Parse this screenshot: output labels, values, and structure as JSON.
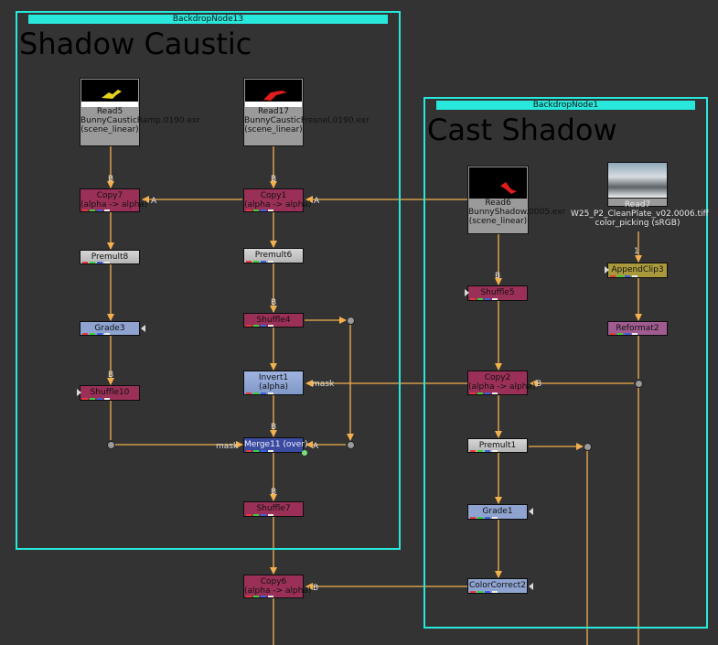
{
  "backdrops": {
    "bd13": {
      "label": "BackdropNode13",
      "title": "Shadow Caustic"
    },
    "bd1": {
      "label": "BackdropNode1",
      "title": "Cast Shadow"
    }
  },
  "reads": {
    "read5": {
      "name": "Read5",
      "file": "BunnyCausticRamp.0190.exr",
      "space": "(scene_linear)"
    },
    "read17": {
      "name": "Read17",
      "file": "BunnyCausticFresnel.0190.exr",
      "space": "(scene_linear)"
    },
    "read6": {
      "name": "Read6",
      "file": "BunnyShadow.0005.exr",
      "space": "(scene_linear)"
    },
    "read7": {
      "name": "Read7",
      "file": "W25_P2_CleanPlate_v02.0006.tiff",
      "space": "color_picking (sRGB)"
    }
  },
  "nodes": {
    "copy7": {
      "name": "Copy7",
      "sub": "(alpha -> alpha)"
    },
    "copy1": {
      "name": "Copy1",
      "sub": "(alpha -> alpha)"
    },
    "premult8": {
      "name": "Premult8"
    },
    "premult6": {
      "name": "Premult6"
    },
    "grade3": {
      "name": "Grade3"
    },
    "shuffle4": {
      "name": "Shuffle4"
    },
    "shuffle10": {
      "name": "Shuffle10"
    },
    "invert1": {
      "name": "Invert1",
      "sub": "(alpha)"
    },
    "merge11": {
      "name": "Merge11 (over)"
    },
    "shuffle7": {
      "name": "Shuffle7"
    },
    "copy6": {
      "name": "Copy6",
      "sub": "(alpha -> alpha)"
    },
    "shuffle5": {
      "name": "Shuffle5"
    },
    "copy2": {
      "name": "Copy2",
      "sub": "(alpha -> alpha)"
    },
    "premult1": {
      "name": "Premult1"
    },
    "grade1": {
      "name": "Grade1"
    },
    "colorcorrect2": {
      "name": "ColorCorrect2"
    },
    "appendclip3": {
      "name": "AppendClip3"
    },
    "reformat2": {
      "name": "Reformat2"
    }
  },
  "labels": {
    "b": "B",
    "a": "A",
    "mask": "mask",
    "one": "1"
  },
  "colors": {
    "wire": "#f3b04e",
    "backdrop": "#28e8dc",
    "shuffle": "#9a3057",
    "grade": "#8ea3cf",
    "premult": "#c8c8c8",
    "merge": "#3a4ba0",
    "append": "#a89a3c",
    "reformat": "#a05c90"
  }
}
